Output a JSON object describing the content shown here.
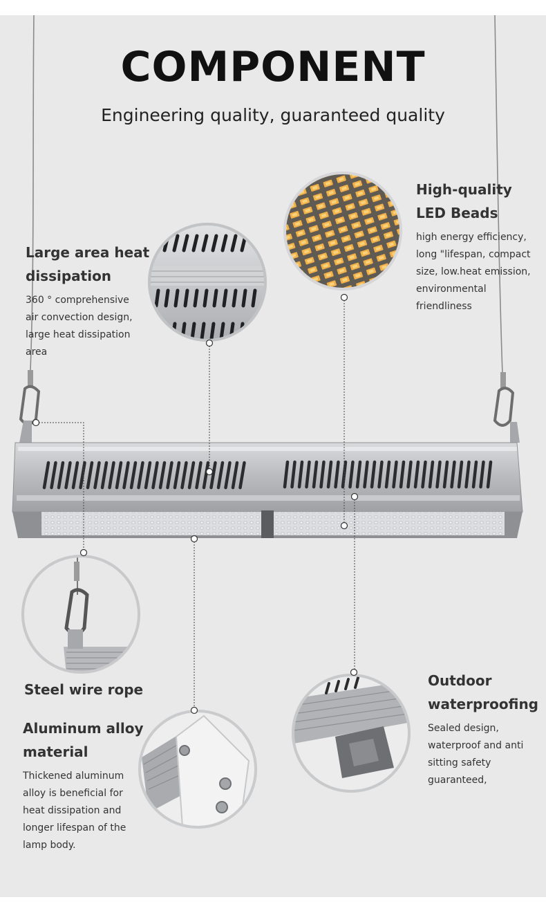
{
  "header": {
    "title": "COMPONENT",
    "subtitle": "Engineering quality, guaranteed quality"
  },
  "features": {
    "heat": {
      "title_line1": "Large area heat",
      "title_line2": "dissipation",
      "desc_line1": "360 ° comprehensive",
      "desc_line2": "air convection design,",
      "desc_line3": "large heat dissipation",
      "desc_line4": "area"
    },
    "led": {
      "title_line1": "High-quality",
      "title_line2": "LED Beads",
      "desc_line1": "high energy efficiency,",
      "desc_line2": "long \"lifespan, compact",
      "desc_line3": "size, low.heat emission,",
      "desc_line4": "environmental",
      "desc_line5": "friendliness"
    },
    "rope": {
      "title": "Steel wire rope"
    },
    "alloy": {
      "title_line1": "Aluminum alloy",
      "title_line2": "material",
      "desc_line1": "Thickened aluminum",
      "desc_line2": "alloy is beneficial for",
      "desc_line3": "heat dissipation and",
      "desc_line4": "longer lifespan of the",
      "desc_line5": "lamp body."
    },
    "water": {
      "title_line1": "Outdoor",
      "title_line2": "waterproofing",
      "desc_line1": "Sealed design,",
      "desc_line2": "waterproof and anti",
      "desc_line3": "sitting safety",
      "desc_line4": "guaranteed,"
    }
  },
  "colors": {
    "background": "#e9e9e9",
    "housing": "#b4b6b9",
    "led_warm": "#e8a03a",
    "text": "#333333"
  }
}
